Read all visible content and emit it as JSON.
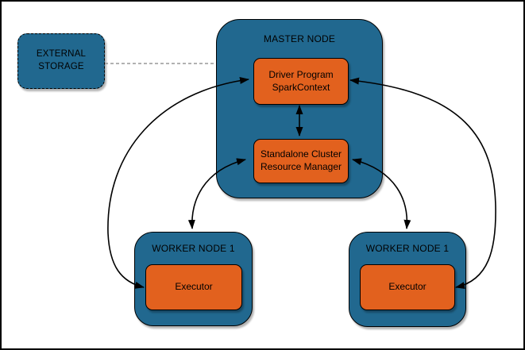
{
  "external_storage": {
    "label": "EXTERNAL STORAGE"
  },
  "master_node": {
    "label": "MASTER NODE",
    "driver_program": {
      "label": "Driver Program SparkContext"
    },
    "resource_manager": {
      "label": "Standalone Cluster Resource Manager"
    }
  },
  "workers": {
    "left": {
      "label": "WORKER NODE 1",
      "executor_label": "Executor"
    },
    "right": {
      "label": "WORKER NODE 1",
      "executor_label": "Executor"
    }
  },
  "connectors": [
    {
      "from": "external-storage",
      "to": "master-node",
      "style": "dashed",
      "arrows": "none"
    },
    {
      "from": "driver-program",
      "to": "resource-manager",
      "style": "solid-straight",
      "arrows": "both"
    },
    {
      "from": "driver-program",
      "to": "left-executor",
      "style": "solid-curved",
      "arrows": "both"
    },
    {
      "from": "driver-program",
      "to": "right-executor",
      "style": "solid-curved",
      "arrows": "both"
    },
    {
      "from": "resource-manager",
      "to": "left-worker-node",
      "style": "solid-curved",
      "arrows": "both"
    },
    {
      "from": "resource-manager",
      "to": "right-worker-node",
      "style": "solid-curved",
      "arrows": "both"
    }
  ],
  "colors": {
    "node_fill": "#21688F",
    "component_fill": "#E2611E",
    "outline": "#000000",
    "dashed_link": "#999999",
    "background": "#FFFFFF",
    "frame": "#000000"
  }
}
